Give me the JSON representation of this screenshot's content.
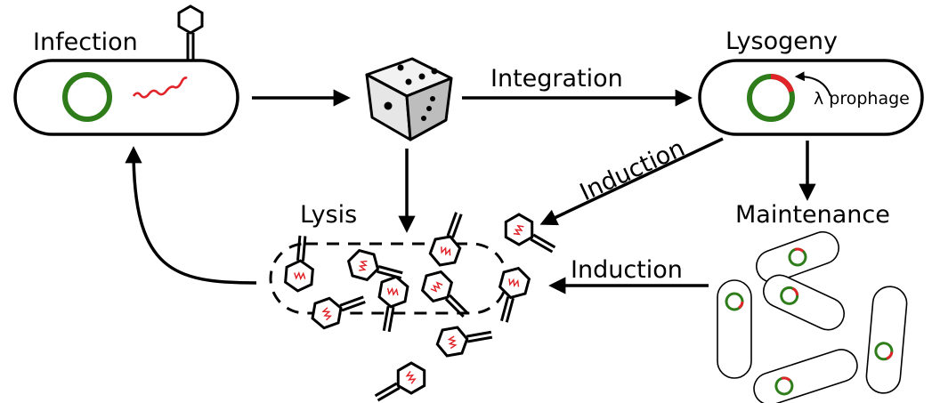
{
  "labels": {
    "infection": "Infection",
    "lysogeny": "Lysogeny",
    "integration": "Integration",
    "induction_upper": "Induction",
    "induction_lower": "Induction",
    "maintenance": "Maintenance",
    "lysis": "Lysis",
    "prophage": "λ prophage"
  },
  "colors": {
    "plasmid": "#2e7d1a",
    "dna": "#e0242a",
    "stroke": "#000000"
  },
  "icons": {
    "phage": "phage-icon",
    "die": "die-icon",
    "cell": "bacterium-icon"
  }
}
